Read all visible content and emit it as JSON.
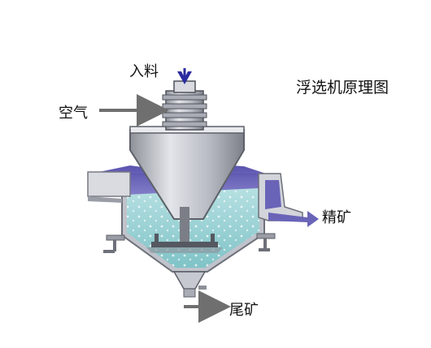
{
  "diagram": {
    "title": "浮选机原理图",
    "labels": {
      "feed": "入料",
      "air": "空气",
      "concentrate": "精矿",
      "tailings": "尾矿"
    },
    "colors": {
      "pulp": "#9fd3d6",
      "froth": "#6a64b8",
      "steel": "#c9cbd2",
      "arrow": "#6f6f6f",
      "feed_arrow": "#2b2ba0"
    }
  }
}
